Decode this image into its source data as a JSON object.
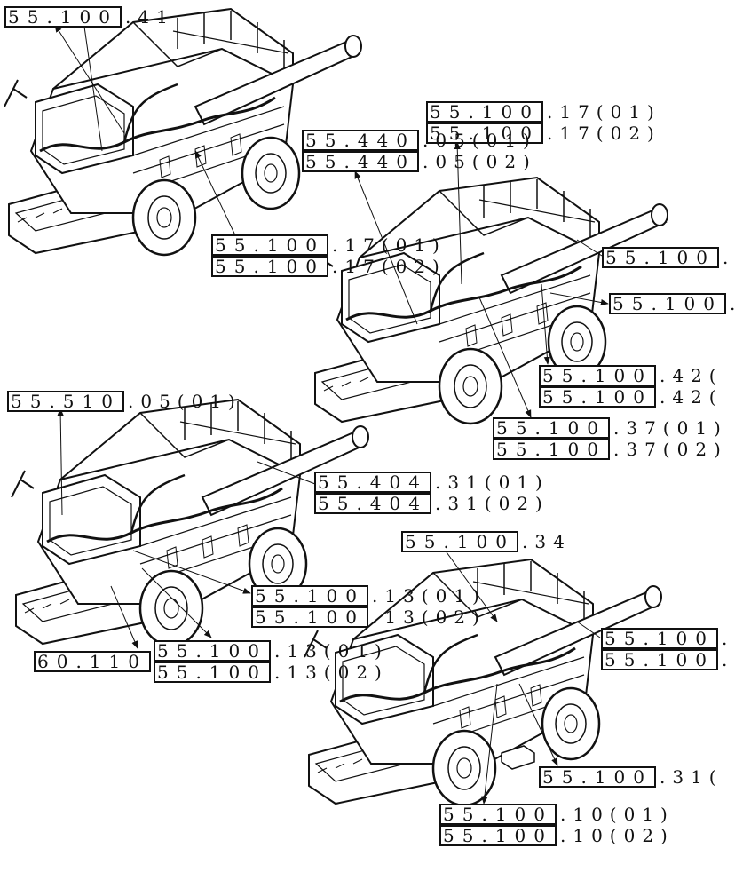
{
  "callouts": [
    {
      "id": "c01",
      "code": "55.100",
      "suffix": ".41"
    },
    {
      "id": "c02",
      "code": "55.100",
      "suffix": ".17(01)"
    },
    {
      "id": "c03",
      "code": "55.100",
      "suffix": ".17(02)"
    },
    {
      "id": "c04",
      "code": "55.440",
      "suffix": ".05(01)"
    },
    {
      "id": "c05",
      "code": "55.440",
      "suffix": ".05(02)"
    },
    {
      "id": "c06",
      "code": "55.100",
      "suffix": ".17(01)"
    },
    {
      "id": "c07",
      "code": "55.100",
      "suffix": ".17(02)"
    },
    {
      "id": "c08",
      "code": "55.100",
      "suffix": "."
    },
    {
      "id": "c09",
      "code": "55.100",
      "suffix": "."
    },
    {
      "id": "c10",
      "code": "55.100",
      "suffix": ".42("
    },
    {
      "id": "c11",
      "code": "55.100",
      "suffix": ".42("
    },
    {
      "id": "c12",
      "code": "55.100",
      "suffix": ".37(01)"
    },
    {
      "id": "c13",
      "code": "55.100",
      "suffix": ".37(02)"
    },
    {
      "id": "c14",
      "code": "55.510",
      "suffix": ".05(01)"
    },
    {
      "id": "c15",
      "code": "55.404",
      "suffix": ".31(01)"
    },
    {
      "id": "c16",
      "code": "55.404",
      "suffix": ".31(02)"
    },
    {
      "id": "c17",
      "code": "55.100",
      "suffix": ".34"
    },
    {
      "id": "c18",
      "code": "55.100",
      "suffix": ".13(01)"
    },
    {
      "id": "c19",
      "code": "55.100",
      "suffix": ".13(02)"
    },
    {
      "id": "c20",
      "code": "60.110",
      "suffix": ""
    },
    {
      "id": "c21",
      "code": "55.100",
      "suffix": ".13(01)"
    },
    {
      "id": "c22",
      "code": "55.100",
      "suffix": ".13(02)"
    },
    {
      "id": "c23",
      "code": "55.100",
      "suffix": "."
    },
    {
      "id": "c24",
      "code": "55.100",
      "suffix": "."
    },
    {
      "id": "c25",
      "code": "55.100",
      "suffix": ".31("
    },
    {
      "id": "c26",
      "code": "55.100",
      "suffix": ".10(01)"
    },
    {
      "id": "c27",
      "code": "55.100",
      "suffix": ".10(02)"
    }
  ],
  "colors": {
    "ink": "#111111",
    "paper": "#ffffff"
  }
}
